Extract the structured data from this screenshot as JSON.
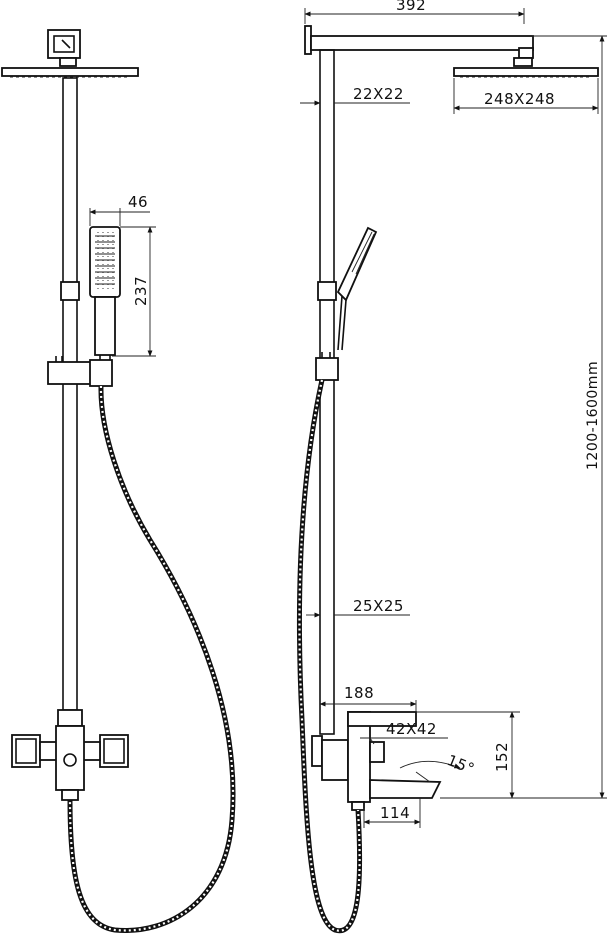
{
  "drawing": {
    "front_view": {
      "handshower_width": "46",
      "handshower_height": "237"
    },
    "side_view": {
      "arm_length": "392",
      "arm_section": "22X22",
      "head_size": "248X248",
      "pipe_section": "25X25",
      "height_range": "1200-1600mm",
      "mixer_depth": "188",
      "handle_section": "42X42",
      "spout_angle": "15°",
      "mixer_height": "152",
      "spout_length": "114"
    }
  }
}
